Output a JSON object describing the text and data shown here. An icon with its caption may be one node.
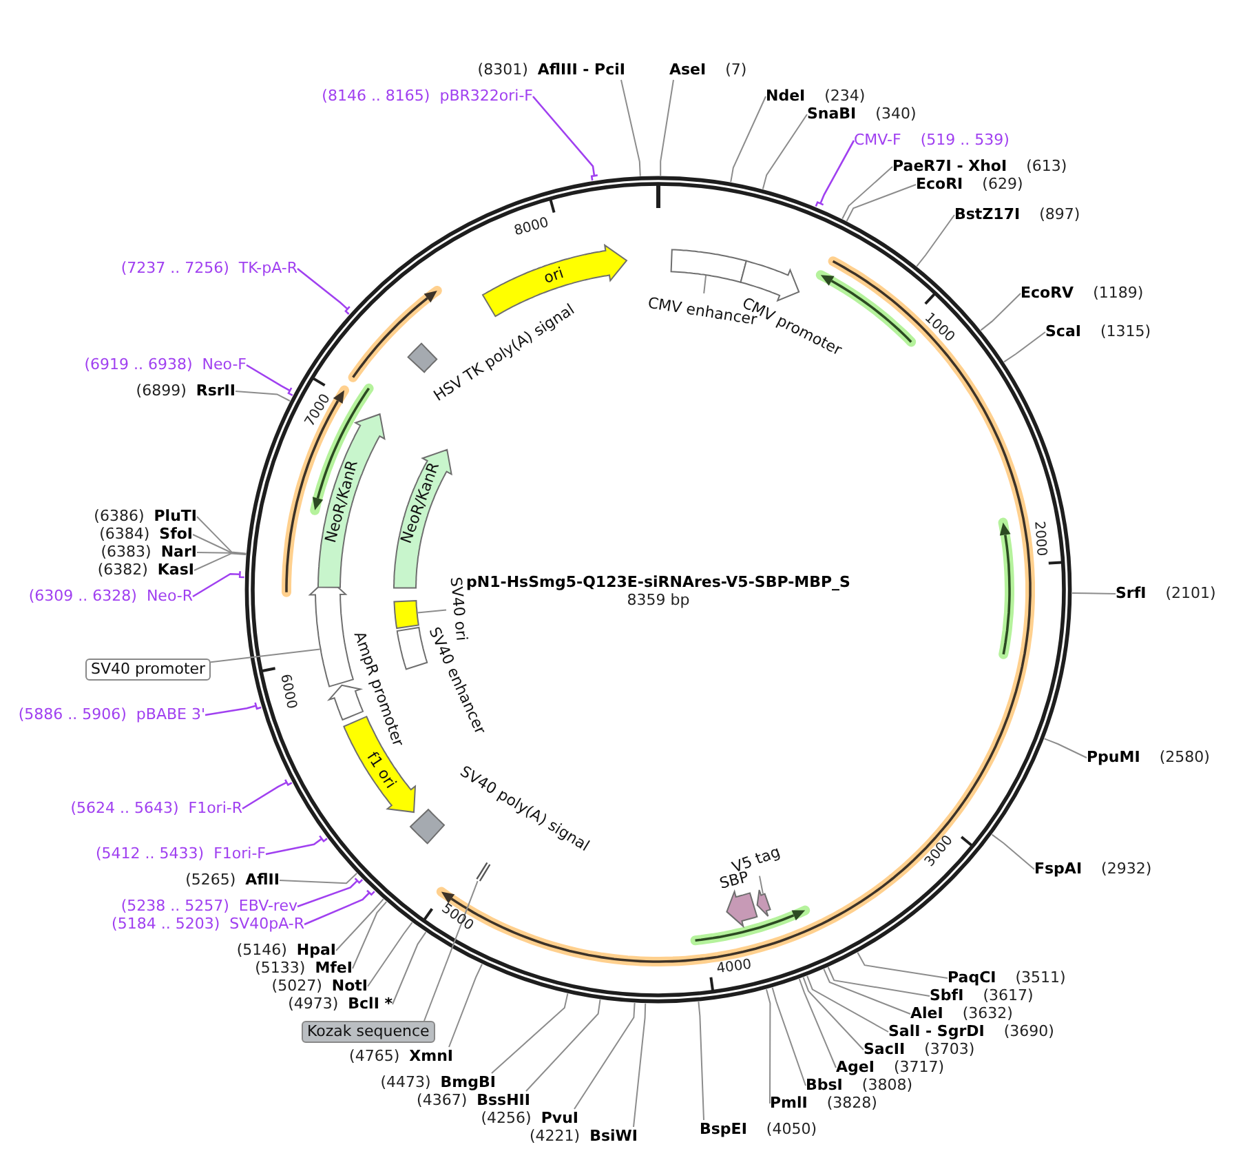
{
  "diagram": {
    "title": "pN1-HsSmg5-Q123E-siRNAres-V5-SBP-MBP_S",
    "nodes": [
      {
        "text": [
          "(8301)",
          "AflIII - PciI"
        ]
      },
      {
        "text": [
          "AseI",
          "(7)"
        ]
      },
      {
        "text": [
          "NdeI",
          "(234)"
        ]
      },
      {
        "text": [
          "SnaBI",
          "(340)"
        ]
      },
      {
        "text": [
          "CMV-F",
          "(519 .. 539)"
        ]
      },
      {
        "text": [
          "PaeR7I - XhoI",
          "(613)"
        ]
      },
      {
        "text": [
          "EcoRI",
          "(629)"
        ]
      },
      {
        "text": [
          "BstZ17I",
          "(897)"
        ]
      },
      {
        "text": [
          "EcoRV",
          "(1189)"
        ]
      },
      {
        "text": [
          "ScaI",
          "(1315)"
        ]
      },
      {
        "text": [
          "SrfI",
          "(2101)"
        ]
      },
      {
        "text": [
          "PpuMI",
          "(2580)"
        ]
      },
      {
        "text": [
          "FspAI",
          "(2932)"
        ]
      },
      {
        "text": [
          "PaqCI",
          "(3511)"
        ]
      },
      {
        "text": [
          "SbfI",
          "(3617)"
        ]
      },
      {
        "text": [
          "AleI",
          "(3632)"
        ]
      },
      {
        "text": [
          "SalI - SgrDI",
          "(3690)"
        ]
      },
      {
        "text": [
          "SacII",
          "(3703)"
        ]
      },
      {
        "text": [
          "AgeI",
          "(3717)"
        ]
      },
      {
        "text": [
          "BbsI",
          "(3808)"
        ]
      },
      {
        "text": [
          "PmlI",
          "(3828)"
        ]
      },
      {
        "text": [
          "BspEI",
          "(4050)"
        ]
      },
      {
        "text": [
          "(4221)",
          "BsiWI"
        ]
      },
      {
        "text": [
          "(4256)",
          "PvuI"
        ]
      },
      {
        "text": [
          "(4367)",
          "BssHII"
        ]
      },
      {
        "text": [
          "(4473)",
          "BmgBI"
        ]
      },
      {
        "text": [
          "(4765)",
          "XmnI"
        ]
      },
      {
        "text": [
          "(4973)",
          "BclI *"
        ]
      },
      {
        "text": [
          "(5027)",
          "NotI"
        ]
      },
      {
        "text": [
          "(5133)",
          "MfeI"
        ]
      },
      {
        "text": [
          "(5146)",
          "HpaI"
        ]
      },
      {
        "text": [
          "(5184 .. 5203)",
          "SV40pA-R"
        ]
      },
      {
        "text": [
          "(5238 .. 5257)",
          "EBV-rev"
        ]
      },
      {
        "text": [
          "(5265)",
          "AflII"
        ]
      },
      {
        "text": [
          "(5412 .. 5433)",
          "F1ori-F"
        ]
      },
      {
        "text": [
          "(5624 .. 5643)",
          "F1ori-R"
        ]
      },
      {
        "text": [
          "(5886 .. 5906)",
          "pBABE 3'"
        ]
      },
      {
        "text": [
          "(6309 .. 6328)",
          "Neo-R"
        ]
      },
      {
        "text": [
          "(6382)",
          "KasI"
        ]
      },
      {
        "text": [
          "(6383)",
          "NarI"
        ]
      },
      {
        "text": [
          "(6384)",
          "SfoI"
        ]
      },
      {
        "text": [
          "(6386)",
          "PluTI"
        ]
      },
      {
        "text": [
          "(6899)",
          "RsrII"
        ]
      },
      {
        "text": [
          "(6919 .. 6938)",
          "Neo-F"
        ]
      },
      {
        "text": [
          "(7237 .. 7256)",
          "TK-pA-R"
        ]
      },
      {
        "text": [
          "(8146 .. 8165)",
          "pBR322ori-F"
        ]
      },
      {
        "text": [],
        "shape": "box"
      },
      {
        "text": [
          "CMV enhancer"
        ]
      },
      {
        "text": [],
        "beside": [
          "CMV promoter"
        ],
        "shape": "arrow"
      },
      {
        "text": [],
        "shape": "arrow"
      },
      {
        "text": [
          "V5 tag"
        ]
      },
      {
        "text": [],
        "beside": [
          "SBP"
        ],
        "shape": "arrow"
      },
      {
        "text": [],
        "shape": "bar"
      },
      {
        "text": [
          "Kozak sequence"
        ]
      },
      {
        "text": [],
        "beside": [
          "SV40 poly(A) signal"
        ],
        "shape": "box"
      },
      {
        "text": [
          "f1 ori"
        ]
      },
      {
        "text": [],
        "beside": [
          "AmpR promoter"
        ],
        "shape": "arrow"
      },
      {
        "text": [],
        "shape": "arrow"
      },
      {
        "text": [
          "SV40 promoter"
        ]
      },
      {
        "text": [],
        "beside": [
          "SV40 enhancer"
        ],
        "shape": "box"
      },
      {
        "text": [],
        "shape": "box"
      },
      {
        "text": [
          "SV40 ori"
        ]
      },
      {
        "text": [
          "NeoR/KanR"
        ]
      },
      {
        "text": [
          "NeoR/KanR"
        ]
      },
      {
        "text": [],
        "beside": [
          "HSV TK poly(A) signal"
        ],
        "shape": "box"
      },
      {
        "text": [
          "ori"
        ]
      }
    ],
    "edges": [
      {
        "from": 0,
        "to": null,
        "arrow": "none"
      },
      {
        "from": 1,
        "to": null,
        "arrow": "none"
      },
      {
        "from": 2,
        "to": null,
        "arrow": "none"
      },
      {
        "from": 3,
        "to": null,
        "arrow": "none"
      },
      {
        "from": 4,
        "to": null,
        "arrow": "none",
        "color": "#a040f0"
      },
      {
        "from": 5,
        "to": null,
        "arrow": "none"
      },
      {
        "from": 6,
        "to": null,
        "arrow": "none"
      },
      {
        "from": 7,
        "to": null,
        "arrow": "none"
      },
      {
        "from": 8,
        "to": null,
        "arrow": "none"
      },
      {
        "from": 9,
        "to": null,
        "arrow": "none"
      },
      {
        "from": 10,
        "to": null,
        "arrow": "none"
      },
      {
        "from": 11,
        "to": null,
        "arrow": "none"
      },
      {
        "from": 12,
        "to": null,
        "arrow": "none"
      },
      {
        "from": 13,
        "to": null,
        "arrow": "none"
      },
      {
        "from": 14,
        "to": null,
        "arrow": "none"
      },
      {
        "from": 15,
        "to": null,
        "arrow": "none"
      },
      {
        "from": 16,
        "to": null,
        "arrow": "none"
      },
      {
        "from": 17,
        "to": null,
        "arrow": "none"
      },
      {
        "from": 18,
        "to": null,
        "arrow": "none"
      },
      {
        "from": 19,
        "to": null,
        "arrow": "none"
      },
      {
        "from": 20,
        "to": null,
        "arrow": "none"
      },
      {
        "from": 21,
        "to": null,
        "arrow": "none"
      },
      {
        "from": 22,
        "to": null,
        "arrow": "none"
      },
      {
        "from": 23,
        "to": null,
        "arrow": "none"
      },
      {
        "from": 24,
        "to": null,
        "arrow": "none"
      },
      {
        "from": 25,
        "to": null,
        "arrow": "none"
      },
      {
        "from": 26,
        "to": null,
        "arrow": "none"
      },
      {
        "from": 27,
        "to": null,
        "arrow": "none"
      },
      {
        "from": 28,
        "to": null,
        "arrow": "none"
      },
      {
        "from": 29,
        "to": null,
        "arrow": "none"
      },
      {
        "from": 30,
        "to": null,
        "arrow": "none"
      },
      {
        "from": 31,
        "to": null,
        "arrow": "none",
        "color": "#a040f0"
      },
      {
        "from": 32,
        "to": null,
        "arrow": "none",
        "color": "#a040f0"
      },
      {
        "from": 33,
        "to": null,
        "arrow": "none"
      },
      {
        "from": 34,
        "to": null,
        "arrow": "none",
        "color": "#a040f0"
      },
      {
        "from": 35,
        "to": null,
        "arrow": "none",
        "color": "#a040f0"
      },
      {
        "from": 36,
        "to": null,
        "arrow": "none",
        "color": "#a040f0"
      },
      {
        "from": 37,
        "to": null,
        "arrow": "none",
        "color": "#a040f0"
      },
      {
        "from": 38,
        "to": null,
        "arrow": "none"
      },
      {
        "from": 39,
        "to": null,
        "arrow": "none"
      },
      {
        "from": 40,
        "to": null,
        "arrow": "none"
      },
      {
        "from": 41,
        "to": null,
        "arrow": "none"
      },
      {
        "from": 42,
        "to": null,
        "arrow": "none"
      },
      {
        "from": 43,
        "to": null,
        "arrow": "none",
        "color": "#a040f0"
      },
      {
        "from": 44,
        "to": null,
        "arrow": "none",
        "color": "#a040f0"
      },
      {
        "from": 45,
        "to": null,
        "arrow": "none",
        "color": "#a040f0"
      },
      {
        "from": 47,
        "to": 46,
        "arrow": "none"
      },
      {
        "from": 50,
        "to": 49,
        "arrow": "none"
      },
      {
        "from": 53,
        "to": 52,
        "arrow": "none"
      },
      {
        "from": 58,
        "to": 57,
        "arrow": "none"
      },
      {
        "from": 61,
        "to": 60,
        "arrow": "none"
      }
    ],
    "labels": [
      "8359 bp",
      "1000",
      "2000",
      "3000",
      "4000",
      "5000",
      "6000",
      "7000",
      "8000"
    ]
  }
}
